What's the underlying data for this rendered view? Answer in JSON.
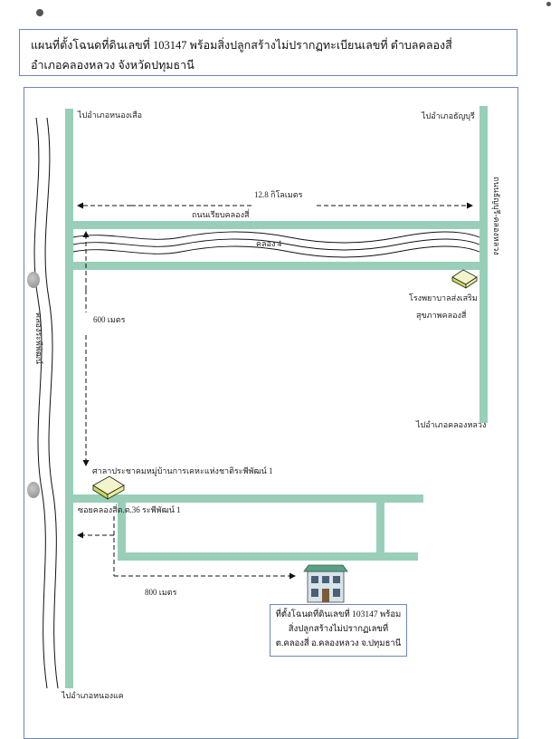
{
  "title": {
    "line1": "แผนที่ตั้งโฉนดที่ดินเลขที่  103147   พร้อมสิ่งปลูกสร้างไม่ปรากฏทะเบียนเลขที่   ตำบลคลองสี่",
    "line2": "อำเภอคลองหลวง   จังหวัดปทุมธานี"
  },
  "labels": {
    "to_nong_suea": "ไปอำเภอหนองเสือ",
    "to_thanyaburi": "ไปอำเภอธัญบุรี",
    "distance_12_8": "12.8 กิโลเมตร",
    "road_khlong_4": "ถนนเรียบคลองสี่",
    "canal_4": "คลอง 4",
    "road_thanyaburi_klongluang": "ถนนธัญบุรี-คลองหลวง",
    "hospital_line1": "โรงพยาบาลส่งเสริม",
    "hospital_line2": "สุขภาพคลองสี่",
    "distance_600": "600 เมตร",
    "canal_rapiphat": "คลองระพีพัฒน์",
    "to_klong_luang": "ไปอำเภอคลองหลวง",
    "hall": "ศาลาประชาคมหมู่บ้านการเคหะแห่งชาติระพีพัฒน์ 1",
    "soi": "ซอยคลองสี่ต.ต.36 ระพีพัฒน์ 1",
    "distance_800": "800 เมตร",
    "to_nong_khae": "ไปอำเภอหนองแค"
  },
  "info_box": {
    "line1": "ที่ตั้งโฉนดที่ดินเลขที่  103147 พร้อม",
    "line2": "สิ่งปลูกสร้างไม่ปรากฏเลขที่",
    "line3": "ต.คลองสี่  อ.คลองหลวง จ.ปทุมธานี"
  },
  "colors": {
    "road": "#99cfb9",
    "frame": "#6f86b8",
    "building_top": "#f4f4cc",
    "building_side": "#c8d95a"
  }
}
